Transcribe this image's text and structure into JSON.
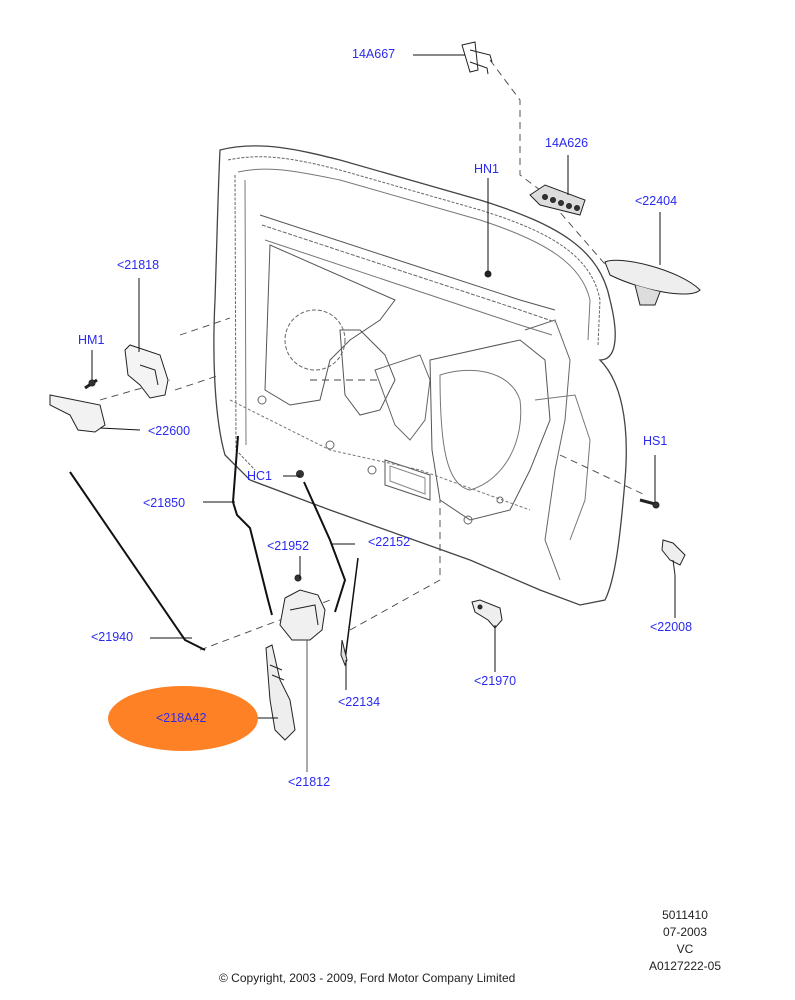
{
  "diagram": {
    "title": "Front door lock mechanism exploded view",
    "highlight_color": "#ff8125",
    "label_color": "#2a2af0",
    "callouts": [
      {
        "id": "14A667",
        "label": "14A667"
      },
      {
        "id": "14A626",
        "label": "14A626"
      },
      {
        "id": "HN1",
        "label": "HN1"
      },
      {
        "id": "22404",
        "label": "<22404"
      },
      {
        "id": "21818",
        "label": "<21818"
      },
      {
        "id": "HM1",
        "label": "HM1"
      },
      {
        "id": "22600",
        "label": "<22600"
      },
      {
        "id": "HS1",
        "label": "HS1"
      },
      {
        "id": "HC1",
        "label": "HC1"
      },
      {
        "id": "21850",
        "label": "<21850"
      },
      {
        "id": "21952",
        "label": "<21952"
      },
      {
        "id": "22152",
        "label": "<22152"
      },
      {
        "id": "22008",
        "label": "<22008"
      },
      {
        "id": "21940",
        "label": "<21940"
      },
      {
        "id": "21970",
        "label": "<21970"
      },
      {
        "id": "22134",
        "label": "<22134"
      },
      {
        "id": "218A42",
        "label": "<218A42",
        "highlighted": true
      },
      {
        "id": "21812",
        "label": "<21812"
      }
    ]
  },
  "footer": {
    "ref_lines": [
      "5011410",
      "07-2003",
      "VC",
      "A0127222-05"
    ],
    "copyright": "© Copyright, 2003 - 2009, Ford Motor Company Limited"
  }
}
